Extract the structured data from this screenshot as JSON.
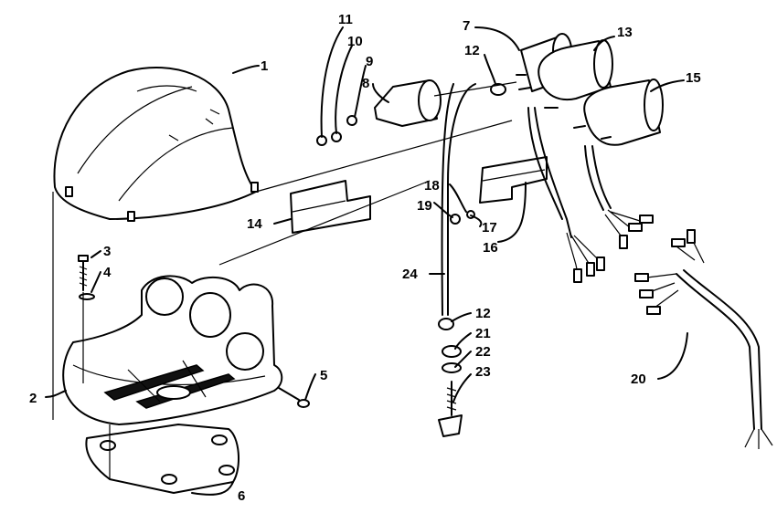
{
  "callouts": [
    "1",
    "2",
    "3",
    "4",
    "5",
    "6",
    "7",
    "8",
    "9",
    "10",
    "11",
    "12",
    "13",
    "14",
    "15",
    "16",
    "17",
    "18",
    "19",
    "20",
    "21",
    "22",
    "23",
    "24",
    "12"
  ]
}
